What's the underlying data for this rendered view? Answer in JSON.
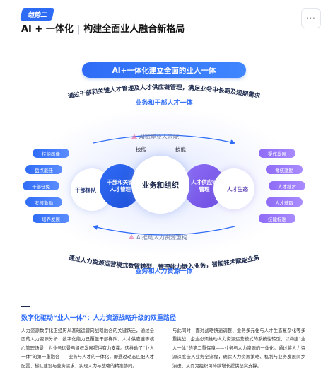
{
  "header": {
    "tag": "趋势二",
    "title_left": "AI + 一体化",
    "title_sep": "|",
    "title_right": "构建全面业人融合新格局",
    "more_glyph": "⋯"
  },
  "diagram": {
    "banner": "AI+一体化建立全面的业人一体",
    "top_label": "业务和干部人才一体",
    "top_curve": "通过干部和关键人才管理及人才供应链管理，满足业务中长期及短期需求",
    "ai_top": "AI赋能业人匹配",
    "enabler_left": "技能",
    "enabler_right": "技能",
    "center": "业务和组织",
    "inner_left": [
      "干部和关键",
      "人才管理"
    ],
    "outer_left": "干部梯队",
    "inner_right": [
      "人才供应链",
      "管理"
    ],
    "outer_right": "人才生态",
    "left_pills": [
      "技能画像",
      "盘点能任",
      "干部任免",
      "考核激励",
      "培养发展"
    ],
    "right_pills": [
      "渠作发展",
      "考核激励",
      "人才搜罗",
      "人才获取",
      "技能标准"
    ],
    "ai_bottom": "AI推动人力资源重构",
    "bottom_curve": "通过人力资源运营模式数智转型，管理能力嵌入业务，智能技术赋能业务",
    "bottom_label": "业务和人力资源一体"
  },
  "section": {
    "title": "数字化驱动“业人一体”：人力资源战略升级的双重路径",
    "left_paragraph": "人力资源数字化正经历从基础运营向战略融合的关键跃迁，通过全面的人力资源分析、数字化能力已覆盖干部梯队、人才供应链等核心管理场景，为业务远景与组织发展提供有力支撑。这推动了“业人一体”的第一重融合——业务与人才的一体化，即通过动态匹配人才配置、梯队建设与业务需求，实现人力与战略的精准协同。",
    "right_paragraph": "与此同时，面对战略快速调整、业务多元化与人才生态复杂化等多重挑战，企业必须推动人力资源运营模式的系统性转型，以构建“业人一体”的第二重保障——业务与人力资源的一体化。通过将人力资源深度嵌入业务全流程，确保人力资源策略、机制与业务发展同步演进，从而为组织可持续增长提供坚实支撑。"
  },
  "colors": {
    "accent": "#2f6cf6",
    "purple": "#8e6cf6",
    "text": "#1d2a4d"
  }
}
